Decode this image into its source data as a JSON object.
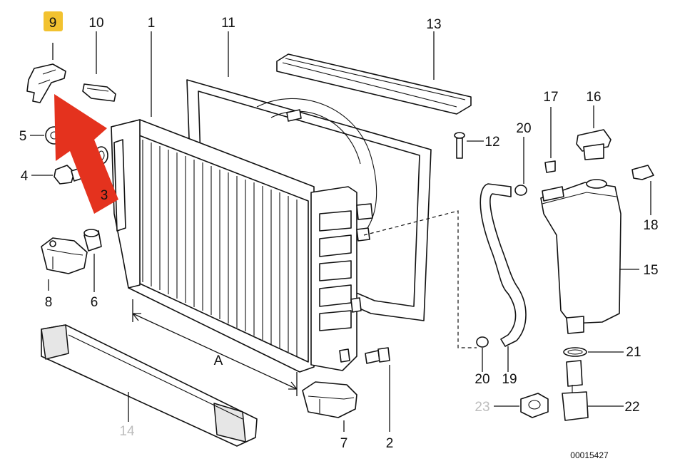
{
  "labels": {
    "p1": "1",
    "p2": "2",
    "p4": "4",
    "p5": "5",
    "p6": "6",
    "p7": "7",
    "p8": "8",
    "p9": "9",
    "p10": "10",
    "p11": "11",
    "p12": "12",
    "p13": "13",
    "p14": "14",
    "p15": "15",
    "p16": "16",
    "p17": "17",
    "p18": "18",
    "p19": "19",
    "p20a": "20",
    "p20b": "20",
    "p21": "21",
    "p22": "22",
    "p23": "23",
    "pA": "A",
    "p3": "3"
  },
  "diagram_code": "00015427",
  "colors": {
    "highlight_box": "#f2c230",
    "arrow": "#e4321e",
    "line": "#111111",
    "grey_label": "#bdbdbd"
  }
}
